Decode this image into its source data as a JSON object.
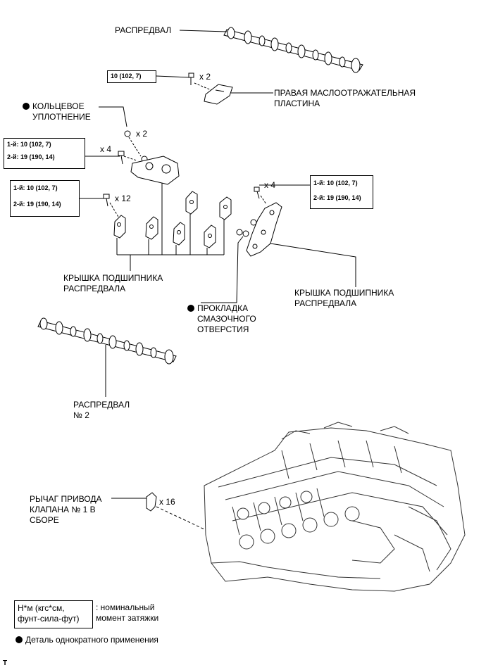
{
  "labels": {
    "camshaft_top": "РАСПРЕДВАЛ",
    "right_baffle_plate": [
      "ПРАВАЯ МАСЛООТРАЖАТЕЛЬНАЯ",
      "ПЛАСТИНА"
    ],
    "o_ring": [
      "КОЛЬЦЕВОЕ",
      "УПЛОТНЕНИЕ"
    ],
    "bearing_cap_left": [
      "КРЫШКА ПОДШИПНИКА",
      "РАСПРЕДВАЛА"
    ],
    "bearing_cap_right": [
      "КРЫШКА ПОДШИПНИКА",
      "РАСПРЕДВАЛА"
    ],
    "oil_hole_gasket": [
      "ПРОКЛАДКА",
      "СМАЗОЧНОГО",
      "ОТВЕРСТИЯ"
    ],
    "camshaft_no2": [
      "РАСПРЕДВАЛ",
      "№ 2"
    ],
    "rocker_arm": [
      "РЫЧАГ ПРИВОДА",
      "КЛАПАНА № 1 В",
      "СБОРЕ"
    ]
  },
  "quantities": {
    "baffle_bolts": "x 2",
    "o_rings": "x 2",
    "front_cap_bolts": "x 4",
    "cap_bolts_left": "x 12",
    "cap_bolts_right": "x 4",
    "rocker_arms": "x 16"
  },
  "torque": {
    "baffle": "10 (102, 7)",
    "front_cap": [
      "1-й: 10 (102, 7)",
      "2-й: 19 (190, 14)"
    ],
    "caps_left": [
      "1-й: 10 (102, 7)",
      "2-й: 19 (190, 14)"
    ],
    "caps_right": [
      "1-й: 10 (102, 7)",
      "2-й: 19 (190, 14)"
    ]
  },
  "legend": {
    "torque_unit": [
      "Н*м (кгс*см,",
      "фунт-сила-фут)"
    ],
    "torque_desc": [
      ": номинальный",
      "момент затяжки"
    ],
    "non_reusable": "Деталь однократного применения"
  },
  "corner_mark": "T"
}
